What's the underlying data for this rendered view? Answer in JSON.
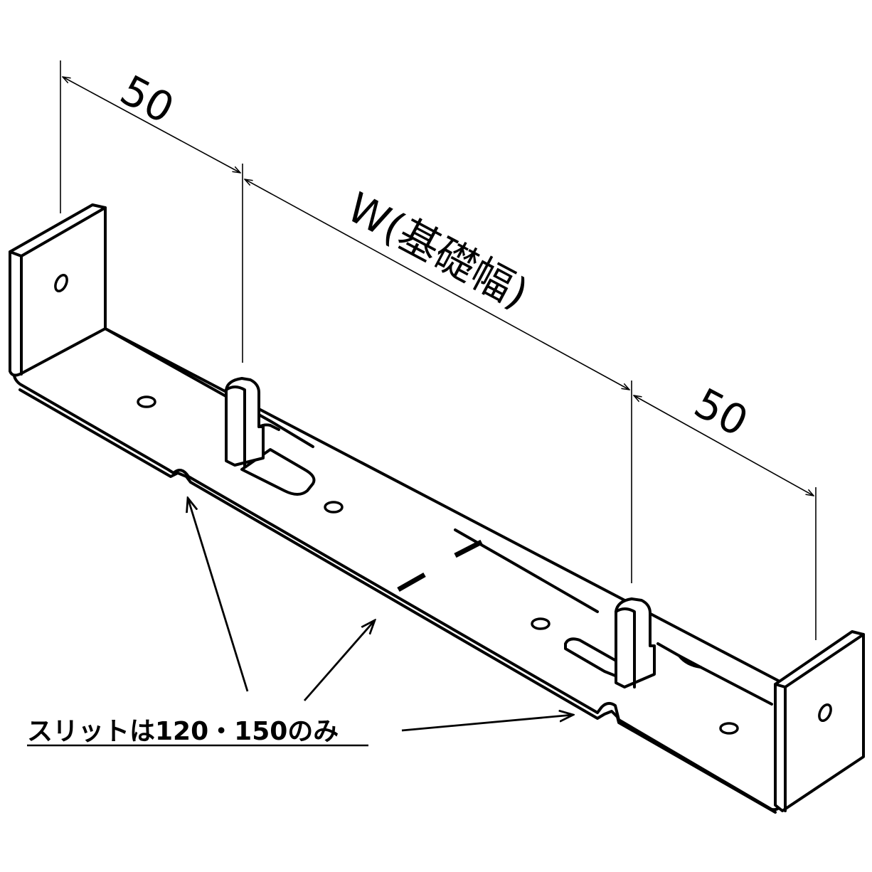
{
  "dimensions": {
    "left_offset": "50",
    "width_label": "W(基礎幅)",
    "right_offset": "50"
  },
  "note": {
    "slit_text": "スリットは120・150のみ"
  }
}
